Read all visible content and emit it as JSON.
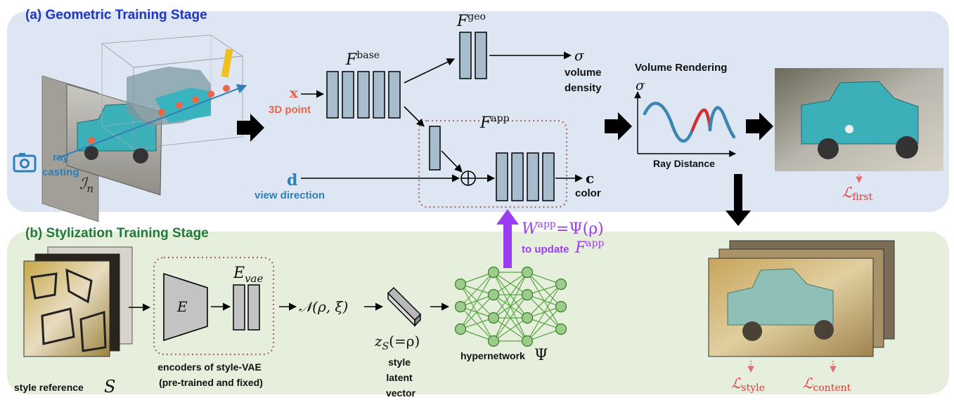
{
  "stage_a": {
    "title": "(a) Geometric Training Stage"
  },
  "stage_b": {
    "title": "(b) Stylization Training Stage"
  },
  "labels": {
    "ray_casting_1": "ray",
    "ray_casting_2": "casting",
    "image_sym": "ℐ",
    "image_sub": "n",
    "x_sym": "x",
    "point_3d": "3D point",
    "d_sym": "d",
    "view_direction": "view direction",
    "f_sym": "F",
    "f_base_sup": "base",
    "f_geo_sup": "geo",
    "f_app_sup": "app",
    "sigma": "σ",
    "volume_1": "volume",
    "volume_2": "density",
    "oplus": "⊕",
    "c_sym": "c",
    "color": "color",
    "volume_rendering": "Volume Rendering",
    "ray_distance": "Ray Distance",
    "l_sym": "ℒ",
    "loss_first_sub": "first",
    "loss_style_sub": "style",
    "loss_content_sub": "content",
    "w_app_lhs": "W",
    "w_app_sup": "app",
    "w_app_rhs": "=Ψ(ρ)",
    "to_update": "to update",
    "style_reference": "style reference",
    "s_sym": "S",
    "encoder_e": "E",
    "e_vae_sym": "E",
    "e_vae_sub": "vae",
    "encoders_1": "encoders of style-VAE",
    "encoders_2": "(pre-trained and fixed)",
    "normal_dist": "𝒩(ρ, ξ)",
    "zs_sym": "z",
    "zs_sub": "S",
    "zs_eq": "(=ρ)",
    "style_1": "style",
    "style_2": "latent",
    "style_3": "vector",
    "hypernetwork": "hypernetwork",
    "psi": "Ψ"
  },
  "colors": {
    "stage_a_bg": "#dde6f2",
    "stage_b_bg": "#e6eedc",
    "stage_a_title": "#1f35c8",
    "stage_b_title": "#217a3a",
    "layer_fill": "#a7bccd",
    "orange": "#e8664a",
    "blue_text": "#2f7fb8",
    "purple": "#9a3df0",
    "loss_red": "#d93a3a",
    "brown_dotted": "#a56f62",
    "net_green": "#55a640",
    "curve_blue": "#3a86b0",
    "curve_red": "#d03030"
  },
  "icons": [
    "camera-icon",
    "truck-photo",
    "style-painting",
    "stylized-truck-photo"
  ]
}
